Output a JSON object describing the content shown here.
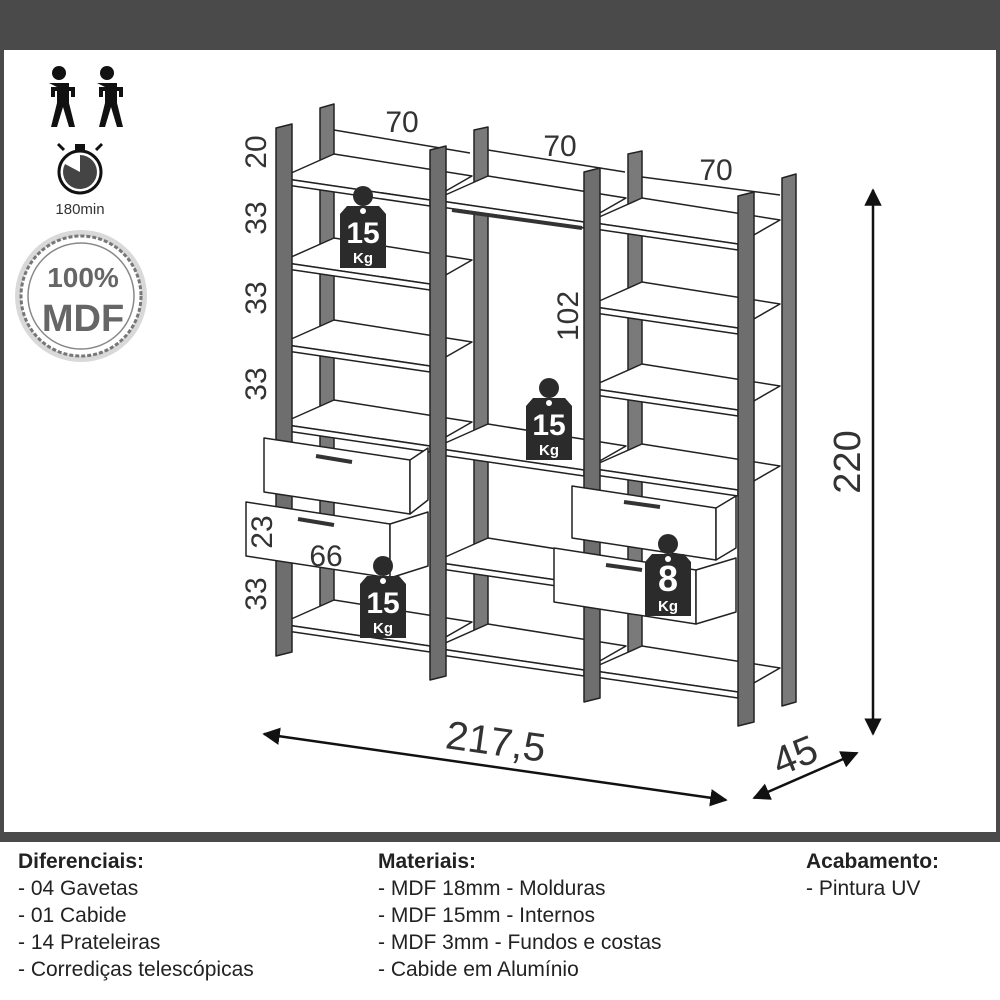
{
  "icons": {
    "people": "two-people-icon",
    "stopwatch": "stopwatch-icon",
    "assembly_time": "180min",
    "badge_line1": "100%",
    "badge_line2": "MDF"
  },
  "dimensions": {
    "col1_width": "70",
    "col2_width": "70",
    "col3_width": "70",
    "top_gap": "20",
    "shelf_gap_1": "33",
    "shelf_gap_2": "33",
    "shelf_gap_3": "33",
    "shelf_gap_4": "33",
    "drawer_height": "23",
    "drawer_width": "66",
    "hanging_height": "102",
    "total_height": "220",
    "total_width": "217,5",
    "depth": "45"
  },
  "weights": [
    {
      "value": "15",
      "unit": "Kg"
    },
    {
      "value": "15",
      "unit": "Kg"
    },
    {
      "value": "15",
      "unit": "Kg"
    },
    {
      "value": "8",
      "unit": "Kg"
    }
  ],
  "specs": {
    "diferenciais": {
      "title": "Diferenciais:",
      "items": [
        "- 04 Gavetas",
        "- 01 Cabide",
        "- 14 Prateleiras",
        "- Corrediças telescópicas"
      ]
    },
    "materiais": {
      "title": "Materiais:",
      "items": [
        "- MDF 18mm - Molduras",
        "- MDF 15mm - Internos",
        "- MDF 3mm - Fundos e costas",
        "- Cabide em Alumínio"
      ]
    },
    "acabamento": {
      "title": "Acabamento:",
      "items": [
        "- Pintura UV"
      ]
    }
  },
  "colors": {
    "frame": "#4a4a4a",
    "post": "#707070",
    "tag": "#2b2b2b"
  }
}
